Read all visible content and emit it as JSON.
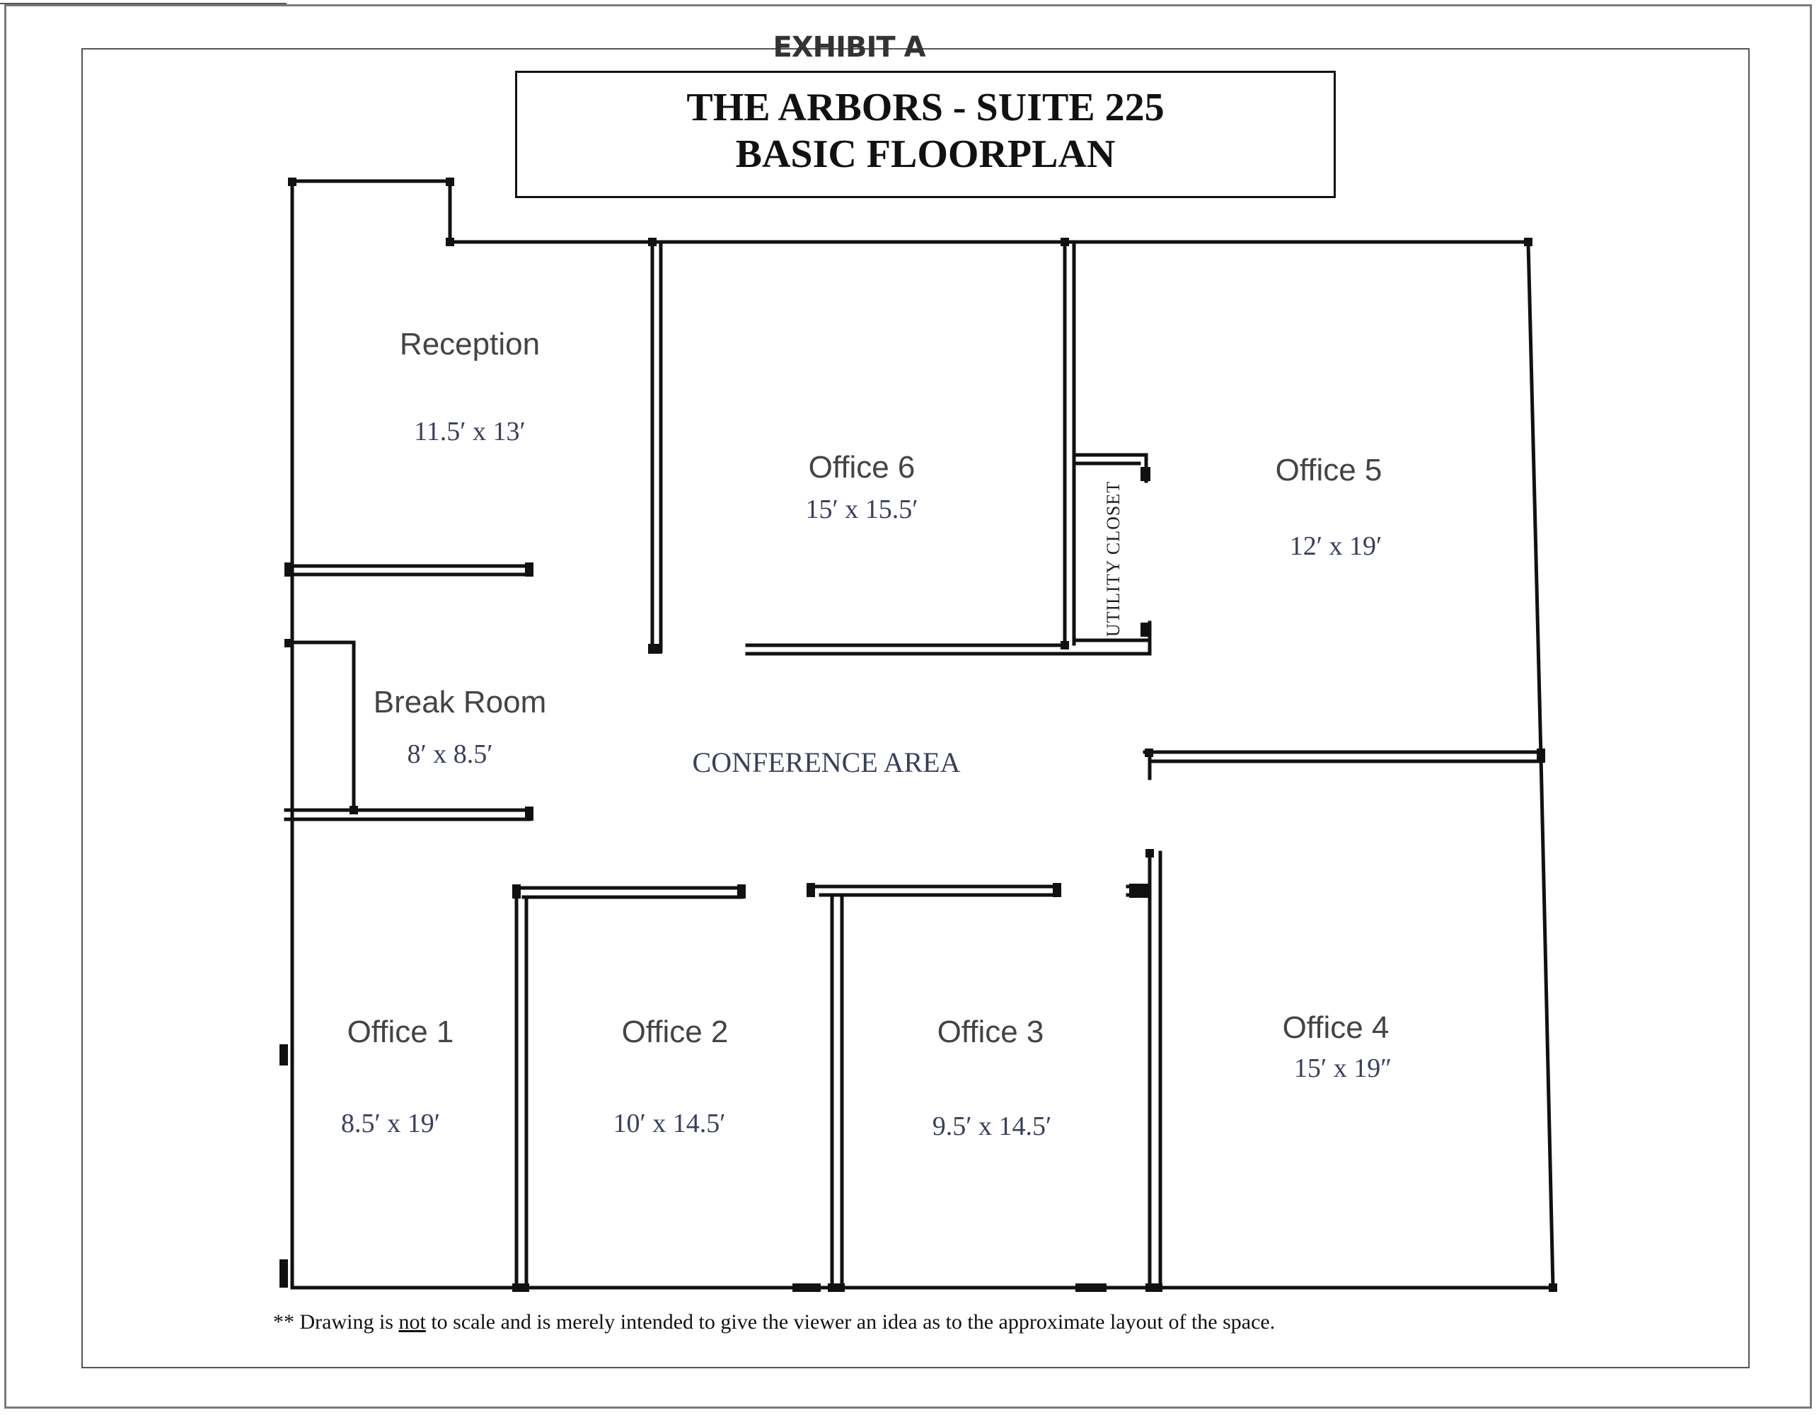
{
  "header": {
    "exhibit": "EXHIBIT A",
    "title_line1": "THE ARBORS - SUITE 225",
    "title_line2": "BASIC FLOORPLAN"
  },
  "rooms": {
    "reception": {
      "name": "Reception",
      "dims": "11.5′ x 13′"
    },
    "office6": {
      "name": "Office 6",
      "dims": "15′ x  15.5′"
    },
    "office5": {
      "name": "Office 5",
      "dims": "12′ x 19′"
    },
    "breakroom": {
      "name": "Break Room",
      "dims": "8′ x 8.5′"
    },
    "conference": {
      "name": "CONFERENCE AREA"
    },
    "utility": {
      "name": "UTILITY CLOSET"
    },
    "office1": {
      "name": "Office 1",
      "dims": "8.5′ x 19′"
    },
    "office2": {
      "name": "Office 2",
      "dims": "10′ x 14.5′"
    },
    "office3": {
      "name": "Office 3",
      "dims": "9.5′ x 14.5′"
    },
    "office4": {
      "name": "Office 4",
      "dims": "15′ x 19″"
    }
  },
  "footnote": {
    "prefix": "** Drawing is ",
    "emphasis": "not",
    "suffix": " to scale and is merely intended to give the viewer an idea as to the approximate layout of the space."
  }
}
